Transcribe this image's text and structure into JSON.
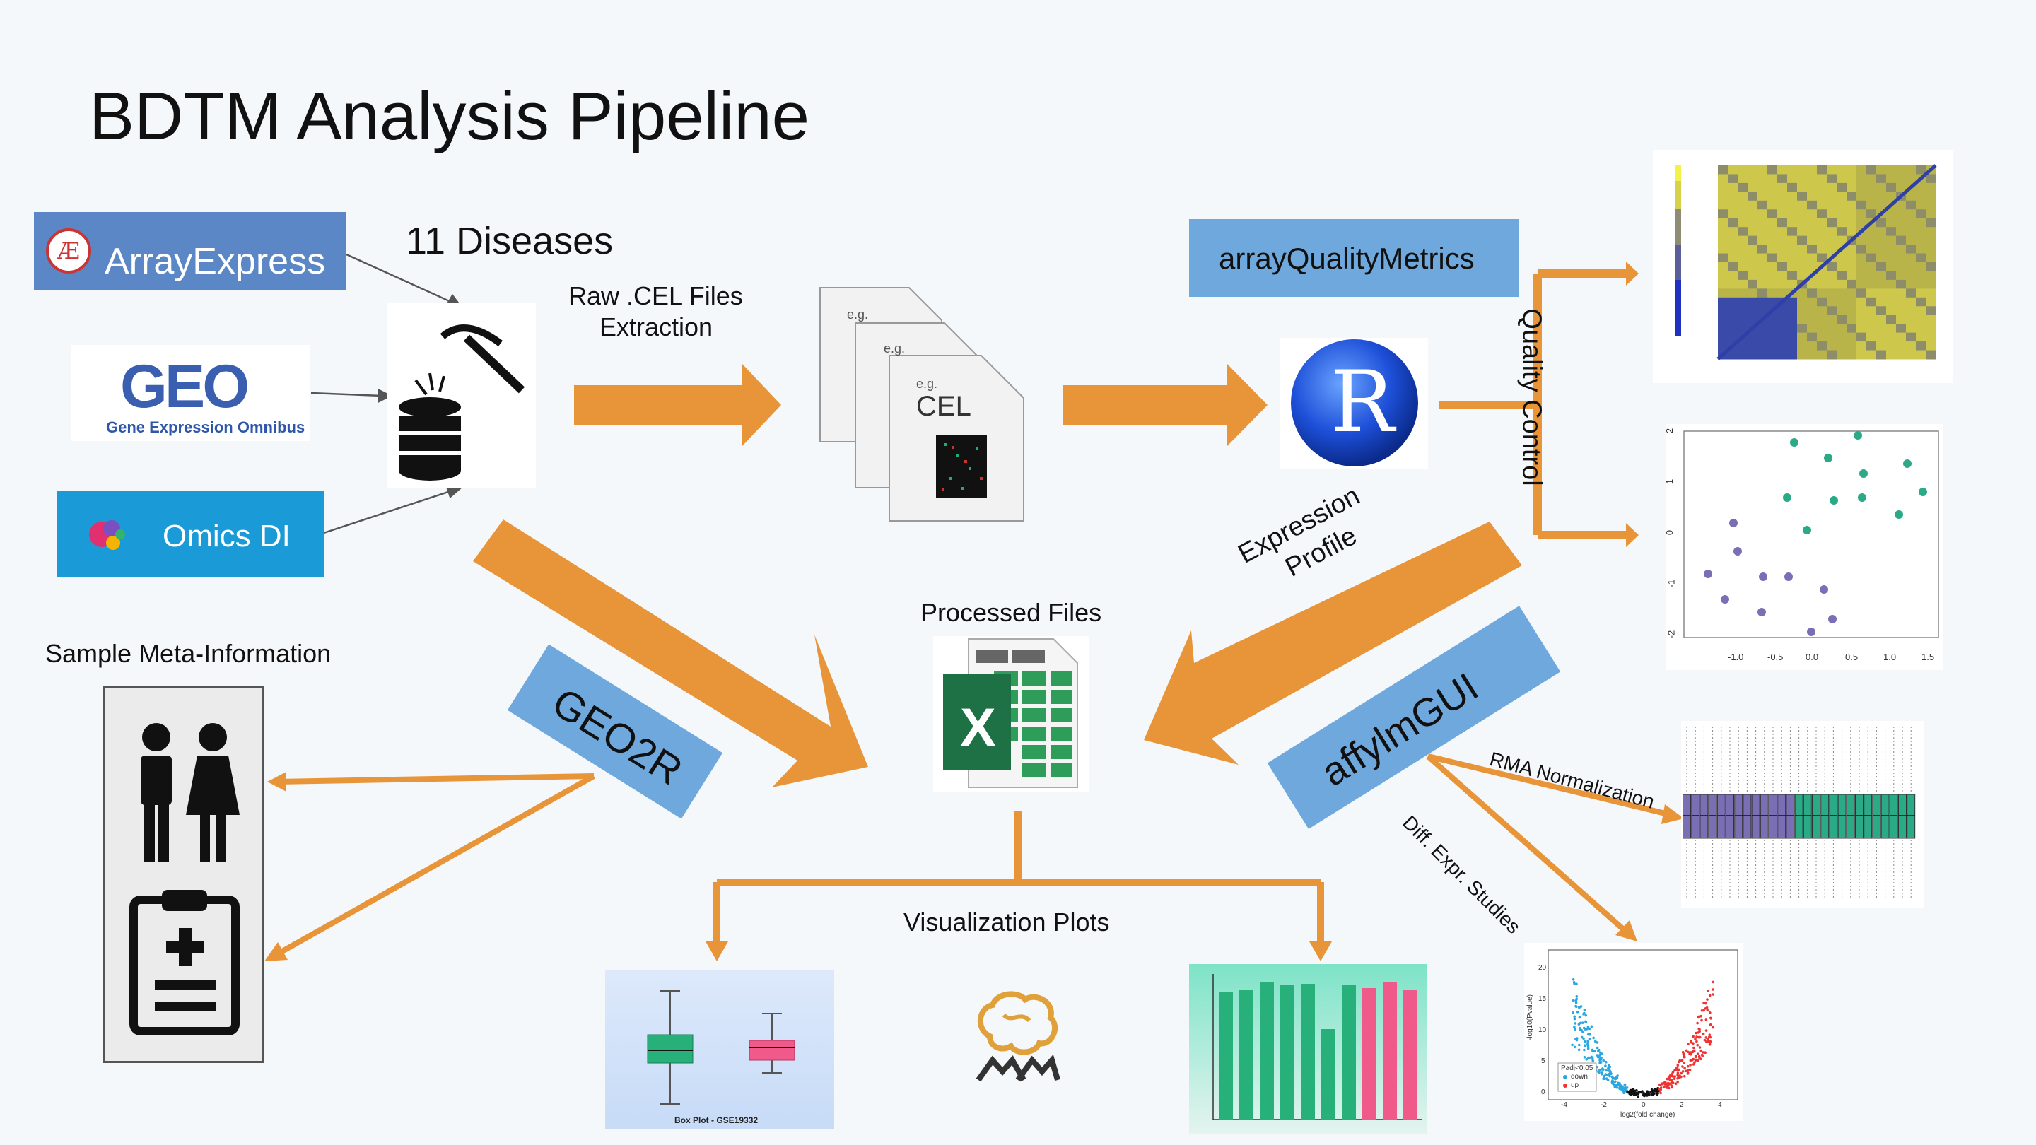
{
  "title": "BDTM Analysis Pipeline",
  "sources": {
    "arrayexpress_label": "ArrayExpress",
    "geo_label": "GEO",
    "geo_sub": "Gene Expression Omnibus",
    "omicsdi_label": "Omics DI"
  },
  "labels": {
    "diseases": "11 Diseases",
    "raw_cel_line1": "Raw .CEL Files",
    "raw_cel_line2": "Extraction",
    "cel_eg": "e.g.",
    "cel_text": "CEL",
    "array_quality": "arrayQualityMetrics",
    "r_logo": "R",
    "quality_control": "Quality Control",
    "expression_line1": "Expression",
    "expression_line2": "Profile",
    "processed_files": "Processed Files",
    "excel_x": "X",
    "sample_meta": "Sample Meta-Information",
    "geo2r": "GEO2R",
    "affylmgui": "affylmGUI",
    "rma_norm": "RMA Normalization",
    "diff_expr": "Diff. Expr. Studies",
    "visualization": "Visualization Plots"
  },
  "mini_plots": {
    "pca_xticks": [
      "-1.0",
      "-0.5",
      "0.0",
      "0.5",
      "1.0",
      "1.5"
    ],
    "pca_yticks": [
      "2",
      "1",
      "0",
      "-1",
      "-2"
    ],
    "boxplot_title": "Box Plot - GSE19332",
    "volcano_xlabel": "log2(fold change)",
    "volcano_ylabel": "-log10(Pvalue)",
    "volcano_xticks": [
      "-4",
      "-2",
      "0",
      "2",
      "4"
    ],
    "volcano_yticks": [
      "20",
      "15",
      "10",
      "5",
      "0"
    ],
    "volcano_legend": [
      "Padj<0.05",
      "down",
      "up"
    ]
  },
  "colors": {
    "arrow_orange": "#e8953a",
    "blue_box": "#6fa8dc",
    "arrayexpress_bg": "#5b87c6",
    "omicsdi_bg": "#1b9ad8",
    "teal": "#2aaa86",
    "purple": "#7a6fb5",
    "pink": "#ef5a8a",
    "heatmap_yellow": "#c9c64a",
    "heatmap_blue": "#2e3fa8"
  }
}
